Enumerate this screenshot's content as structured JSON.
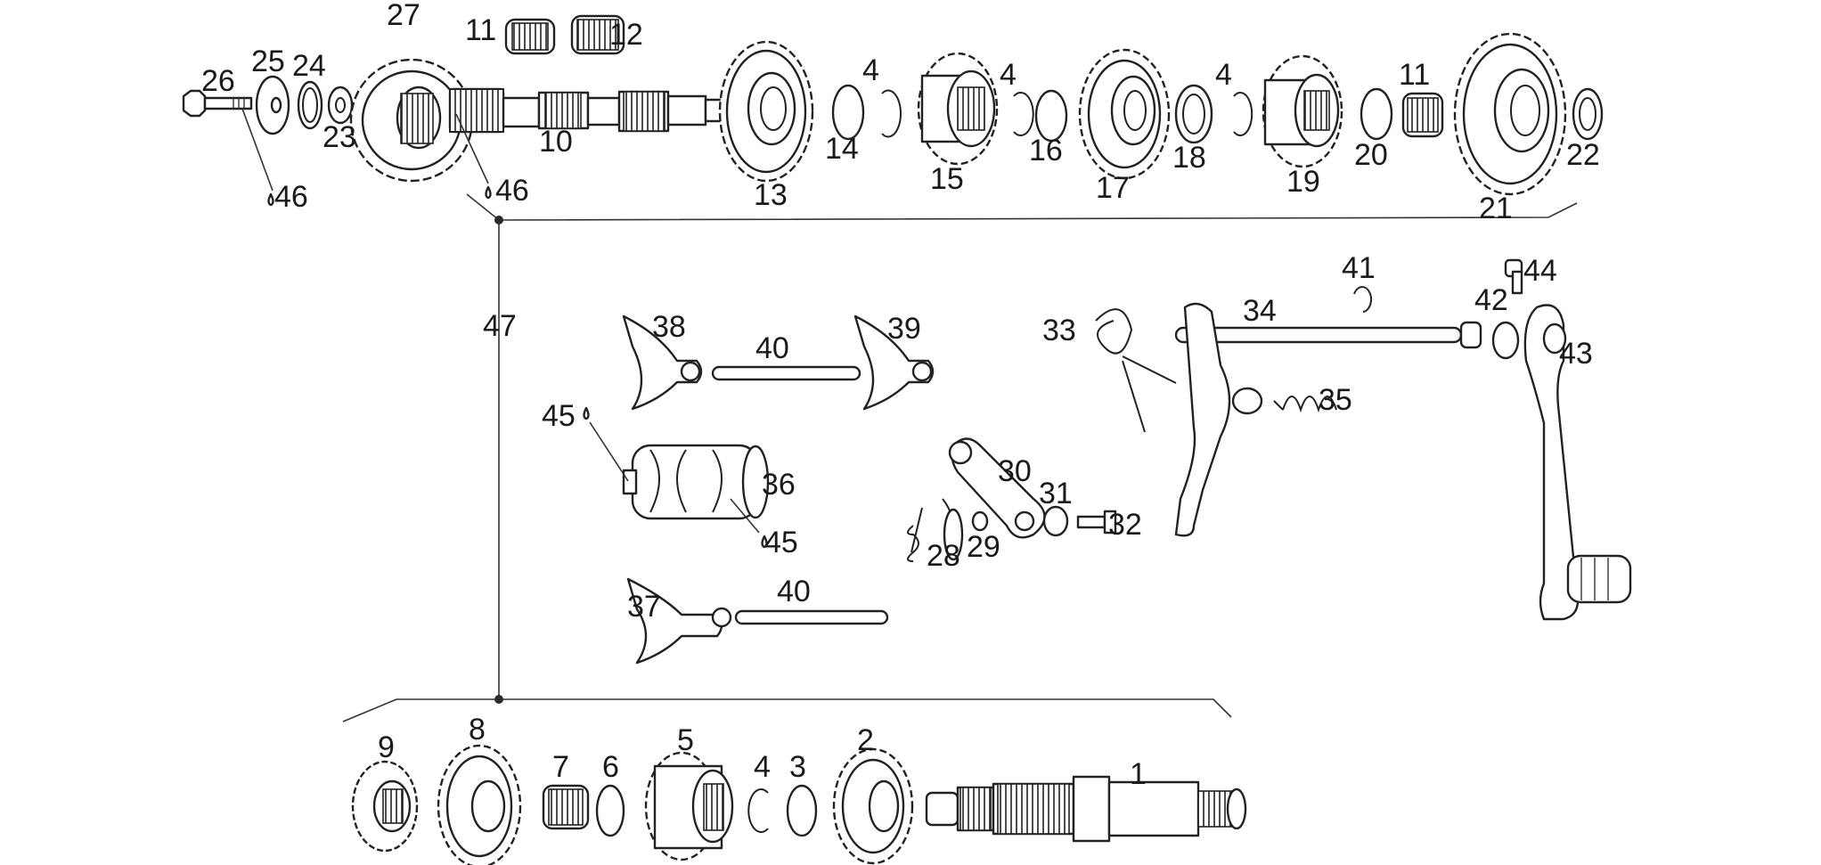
{
  "diagram": {
    "labels": {
      "p1": "1",
      "p2": "2",
      "p3": "3",
      "p4a": "4",
      "p4b": "4",
      "p4c": "4",
      "p4d": "4",
      "p5": "5",
      "p6": "6",
      "p7": "7",
      "p8": "8",
      "p9": "9",
      "p10": "10",
      "p11a": "11",
      "p11b": "11",
      "p12": "12",
      "p13": "13",
      "p14": "14",
      "p15": "15",
      "p16": "16",
      "p17": "17",
      "p18": "18",
      "p19": "19",
      "p20": "20",
      "p21": "21",
      "p22": "22",
      "p23": "23",
      "p24": "24",
      "p25": "25",
      "p26": "26",
      "p27": "27",
      "p28": "28",
      "p29": "29",
      "p30": "30",
      "p31": "31",
      "p32": "32",
      "p33": "33",
      "p34": "34",
      "p35": "35",
      "p36": "36",
      "p37": "37",
      "p38": "38",
      "p39": "39",
      "p40a": "40",
      "p40b": "40",
      "p41": "41",
      "p42": "42",
      "p43": "43",
      "p44": "44",
      "p45a": "45",
      "p45b": "45",
      "p46a": "46",
      "p46b": "46",
      "p47": "47"
    },
    "colors": {
      "ink": "#222222",
      "background": "#ffffff"
    }
  }
}
